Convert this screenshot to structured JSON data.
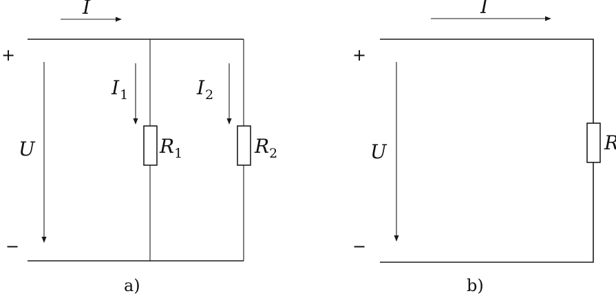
{
  "diagram_a": {
    "current_main": "I",
    "branch1_current": "I",
    "branch1_sub": "1",
    "branch2_current": "I",
    "branch2_sub": "2",
    "resistor1": "R",
    "resistor1_sub": "1",
    "resistor2": "R",
    "resistor2_sub": "2",
    "voltage": "U",
    "plus": "+",
    "minus": "−",
    "caption": "a)"
  },
  "diagram_b": {
    "current_main": "I",
    "resistor": "R",
    "voltage": "U",
    "plus": "+",
    "minus": "−",
    "caption": "b)"
  }
}
